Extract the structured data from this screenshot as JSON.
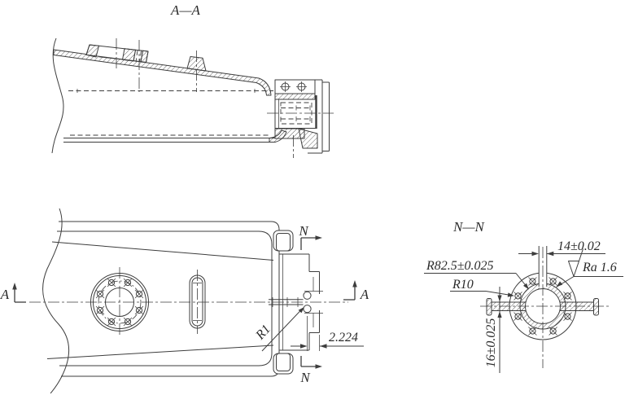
{
  "drawing": {
    "background": "#ffffff",
    "line_color": "#3d3d3d",
    "section_aa": {
      "title": "A—A"
    },
    "plan": {
      "section_letter_n_top": "N",
      "section_letter_n_bottom": "N",
      "section_letter_a_left": "A",
      "section_letter_a_right": "A",
      "dim_gap": "2.224",
      "dim_slot_end_radius": "R1"
    },
    "section_nn": {
      "title": "N—N",
      "dim_slot_width": "14±0.02",
      "dim_bore_radius": "R82.5±0.025",
      "dim_fillet_radius": "R10",
      "dim_web_thickness": "16±0.025",
      "surface_roughness": "Ra 1.6"
    }
  }
}
